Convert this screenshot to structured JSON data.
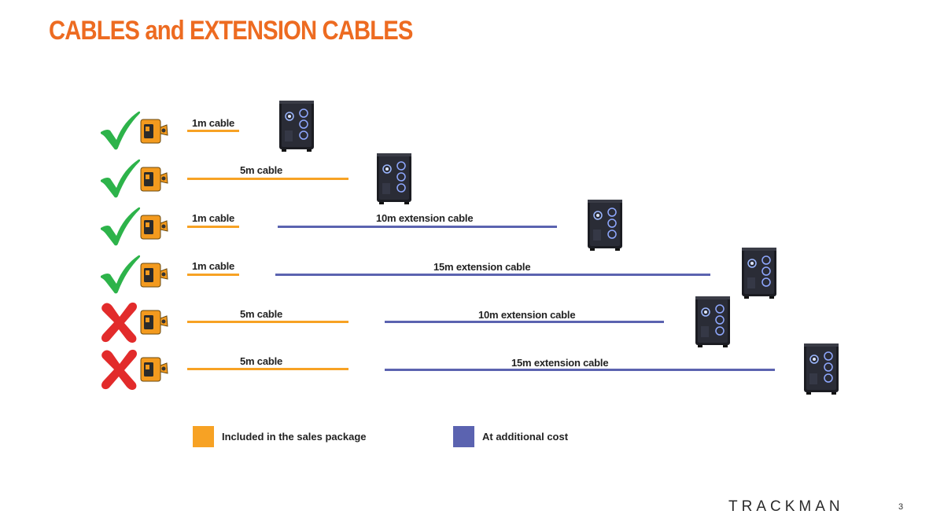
{
  "title": "CABLES and EXTENSION CABLES",
  "colors": {
    "included": "#F7A224",
    "additional": "#5B63B0",
    "ok": "#2DB34A",
    "bad": "#E22B2B",
    "title": "#ED6B21"
  },
  "rows": [
    {
      "status": "ok",
      "cable": "1m cable",
      "extension": ""
    },
    {
      "status": "ok",
      "cable": "5m cable",
      "extension": ""
    },
    {
      "status": "ok",
      "cable": "1m cable",
      "extension": "10m extension cable"
    },
    {
      "status": "ok",
      "cable": "1m cable",
      "extension": "15m extension cable"
    },
    {
      "status": "bad",
      "cable": "5m cable",
      "extension": "10m extension cable"
    },
    {
      "status": "bad",
      "cable": "5m cable",
      "extension": "15m extension cable"
    }
  ],
  "legend": {
    "included": "Included in the sales package",
    "additional": "At additional cost"
  },
  "footer": {
    "brand": "TRACKMAN",
    "page": "3"
  }
}
